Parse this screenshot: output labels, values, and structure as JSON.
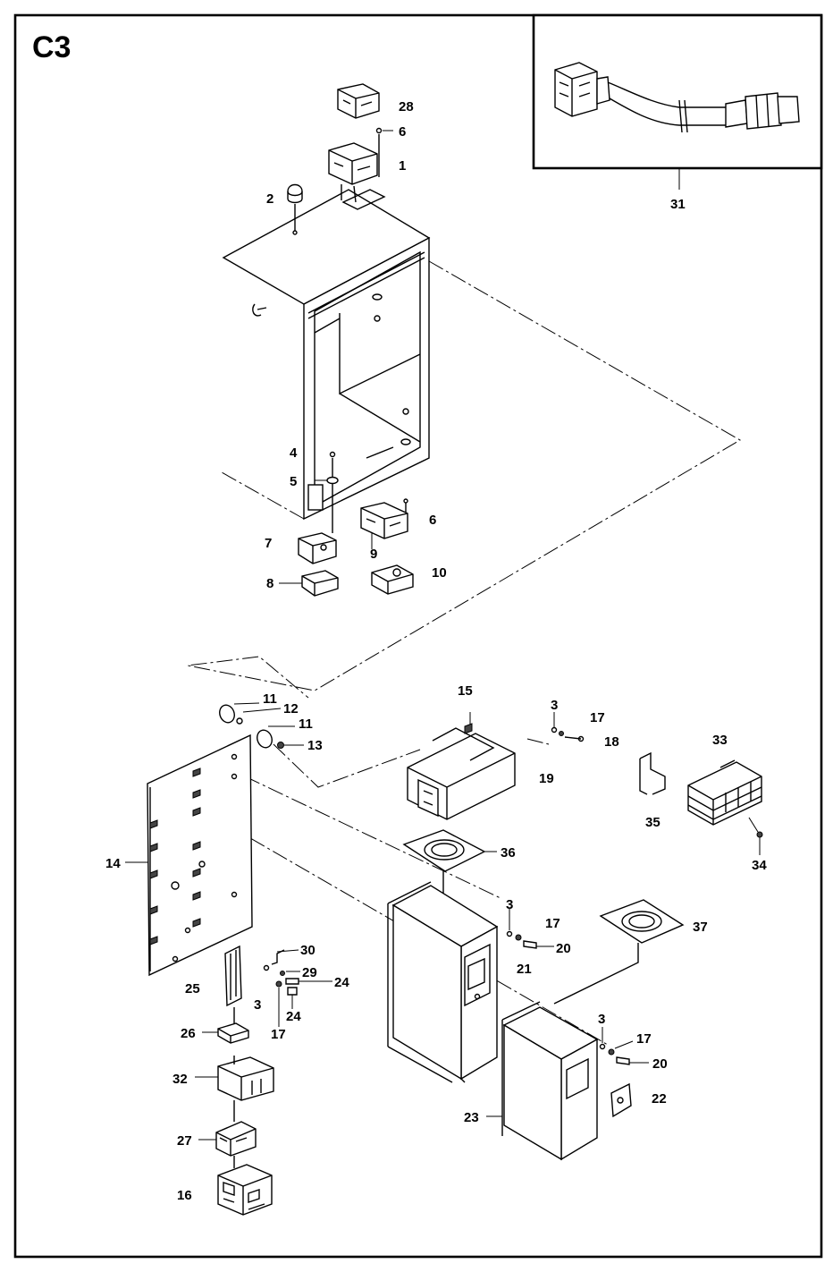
{
  "diagram": {
    "section_label": "C3",
    "parts": [
      {
        "id": "p1",
        "number": "1"
      },
      {
        "id": "p2",
        "number": "2"
      },
      {
        "id": "p3a",
        "number": "3"
      },
      {
        "id": "p3b",
        "number": "3"
      },
      {
        "id": "p3c",
        "number": "3"
      },
      {
        "id": "p3d",
        "number": "3"
      },
      {
        "id": "p4",
        "number": "4"
      },
      {
        "id": "p5",
        "number": "5"
      },
      {
        "id": "p6a",
        "number": "6"
      },
      {
        "id": "p6b",
        "number": "6"
      },
      {
        "id": "p7",
        "number": "7"
      },
      {
        "id": "p8",
        "number": "8"
      },
      {
        "id": "p9",
        "number": "9"
      },
      {
        "id": "p10",
        "number": "10"
      },
      {
        "id": "p11a",
        "number": "11"
      },
      {
        "id": "p11b",
        "number": "11"
      },
      {
        "id": "p12",
        "number": "12"
      },
      {
        "id": "p13",
        "number": "13"
      },
      {
        "id": "p14",
        "number": "14"
      },
      {
        "id": "p15",
        "number": "15"
      },
      {
        "id": "p16",
        "number": "16"
      },
      {
        "id": "p17a",
        "number": "17"
      },
      {
        "id": "p17b",
        "number": "17"
      },
      {
        "id": "p17c",
        "number": "17"
      },
      {
        "id": "p17d",
        "number": "17"
      },
      {
        "id": "p18",
        "number": "18"
      },
      {
        "id": "p19",
        "number": "19"
      },
      {
        "id": "p20a",
        "number": "20"
      },
      {
        "id": "p20b",
        "number": "20"
      },
      {
        "id": "p21",
        "number": "21"
      },
      {
        "id": "p22",
        "number": "22"
      },
      {
        "id": "p23",
        "number": "23"
      },
      {
        "id": "p24a",
        "number": "24"
      },
      {
        "id": "p24b",
        "number": "24"
      },
      {
        "id": "p25",
        "number": "25"
      },
      {
        "id": "p26",
        "number": "26"
      },
      {
        "id": "p27",
        "number": "27"
      },
      {
        "id": "p28",
        "number": "28"
      },
      {
        "id": "p29",
        "number": "29"
      },
      {
        "id": "p30",
        "number": "30"
      },
      {
        "id": "p31",
        "number": "31"
      },
      {
        "id": "p32",
        "number": "32"
      },
      {
        "id": "p33",
        "number": "33"
      },
      {
        "id": "p34",
        "number": "34"
      },
      {
        "id": "p35",
        "number": "35"
      },
      {
        "id": "p36",
        "number": "36"
      },
      {
        "id": "p37",
        "number": "37"
      }
    ]
  }
}
